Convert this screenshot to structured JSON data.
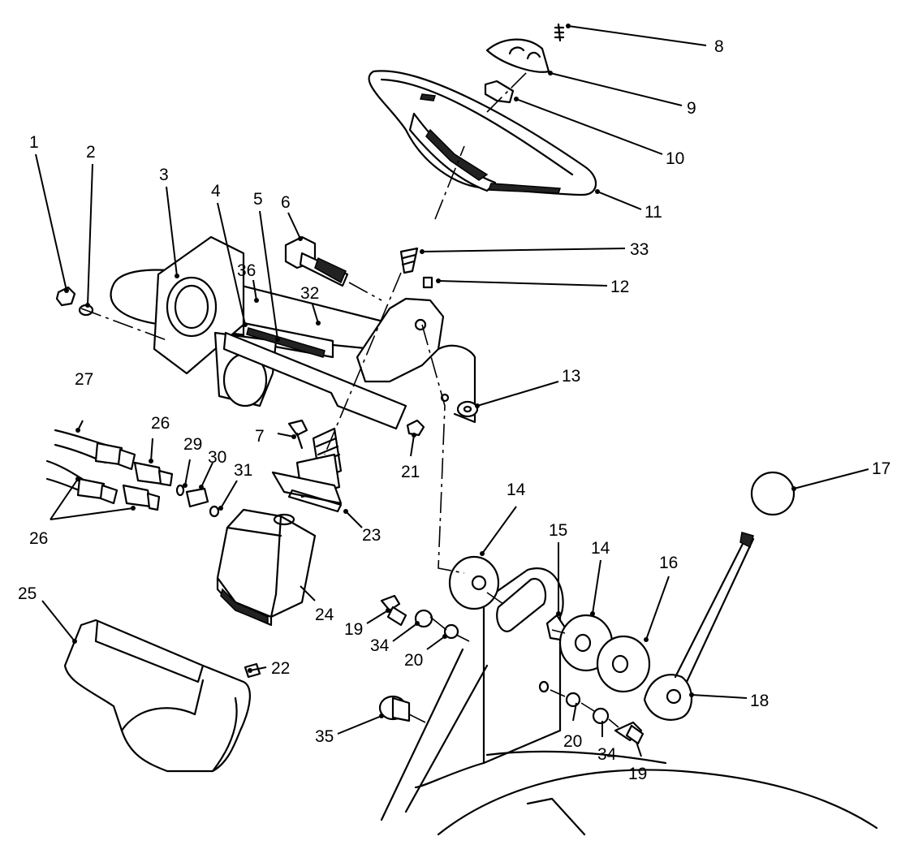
{
  "callouts": [
    "1",
    "2",
    "3",
    "4",
    "5",
    "6",
    "7",
    "8",
    "9",
    "10",
    "11",
    "12",
    "13",
    "14",
    "14",
    "15",
    "16",
    "17",
    "18",
    "19",
    "19",
    "20",
    "20",
    "21",
    "22",
    "23",
    "24",
    "25",
    "26",
    "26",
    "27",
    "29",
    "30",
    "31",
    "32",
    "33",
    "34",
    "34",
    "35",
    "36"
  ]
}
